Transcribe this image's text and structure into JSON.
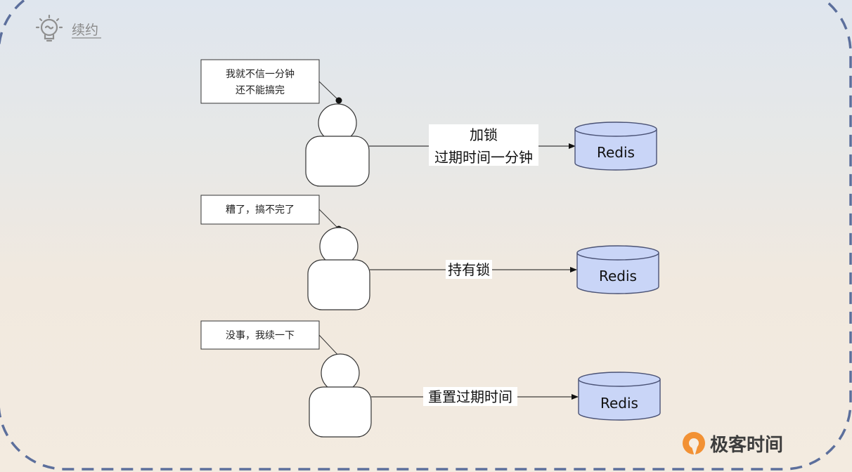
{
  "title": "续约",
  "scenes": [
    {
      "bubble_lines": [
        "我就不信一分钟",
        "还不能搞完"
      ],
      "edge_lines": [
        "加锁",
        "过期时间一分钟"
      ],
      "db_label": "Redis"
    },
    {
      "bubble_lines": [
        "糟了，搞不完了"
      ],
      "edge_lines": [
        "持有锁"
      ],
      "db_label": "Redis"
    },
    {
      "bubble_lines": [
        "没事，我续一下"
      ],
      "edge_lines": [
        "重置过期时间"
      ],
      "db_label": "Redis"
    }
  ],
  "brand": "极客时间",
  "icons": {
    "title": "lightbulb-icon",
    "brand": "geektime-logo-icon"
  },
  "colors": {
    "frame": "#5c6f9c",
    "db_fill": "#c9d5f7",
    "db_stroke": "#4a5275",
    "brand_orange": "#f29134"
  }
}
